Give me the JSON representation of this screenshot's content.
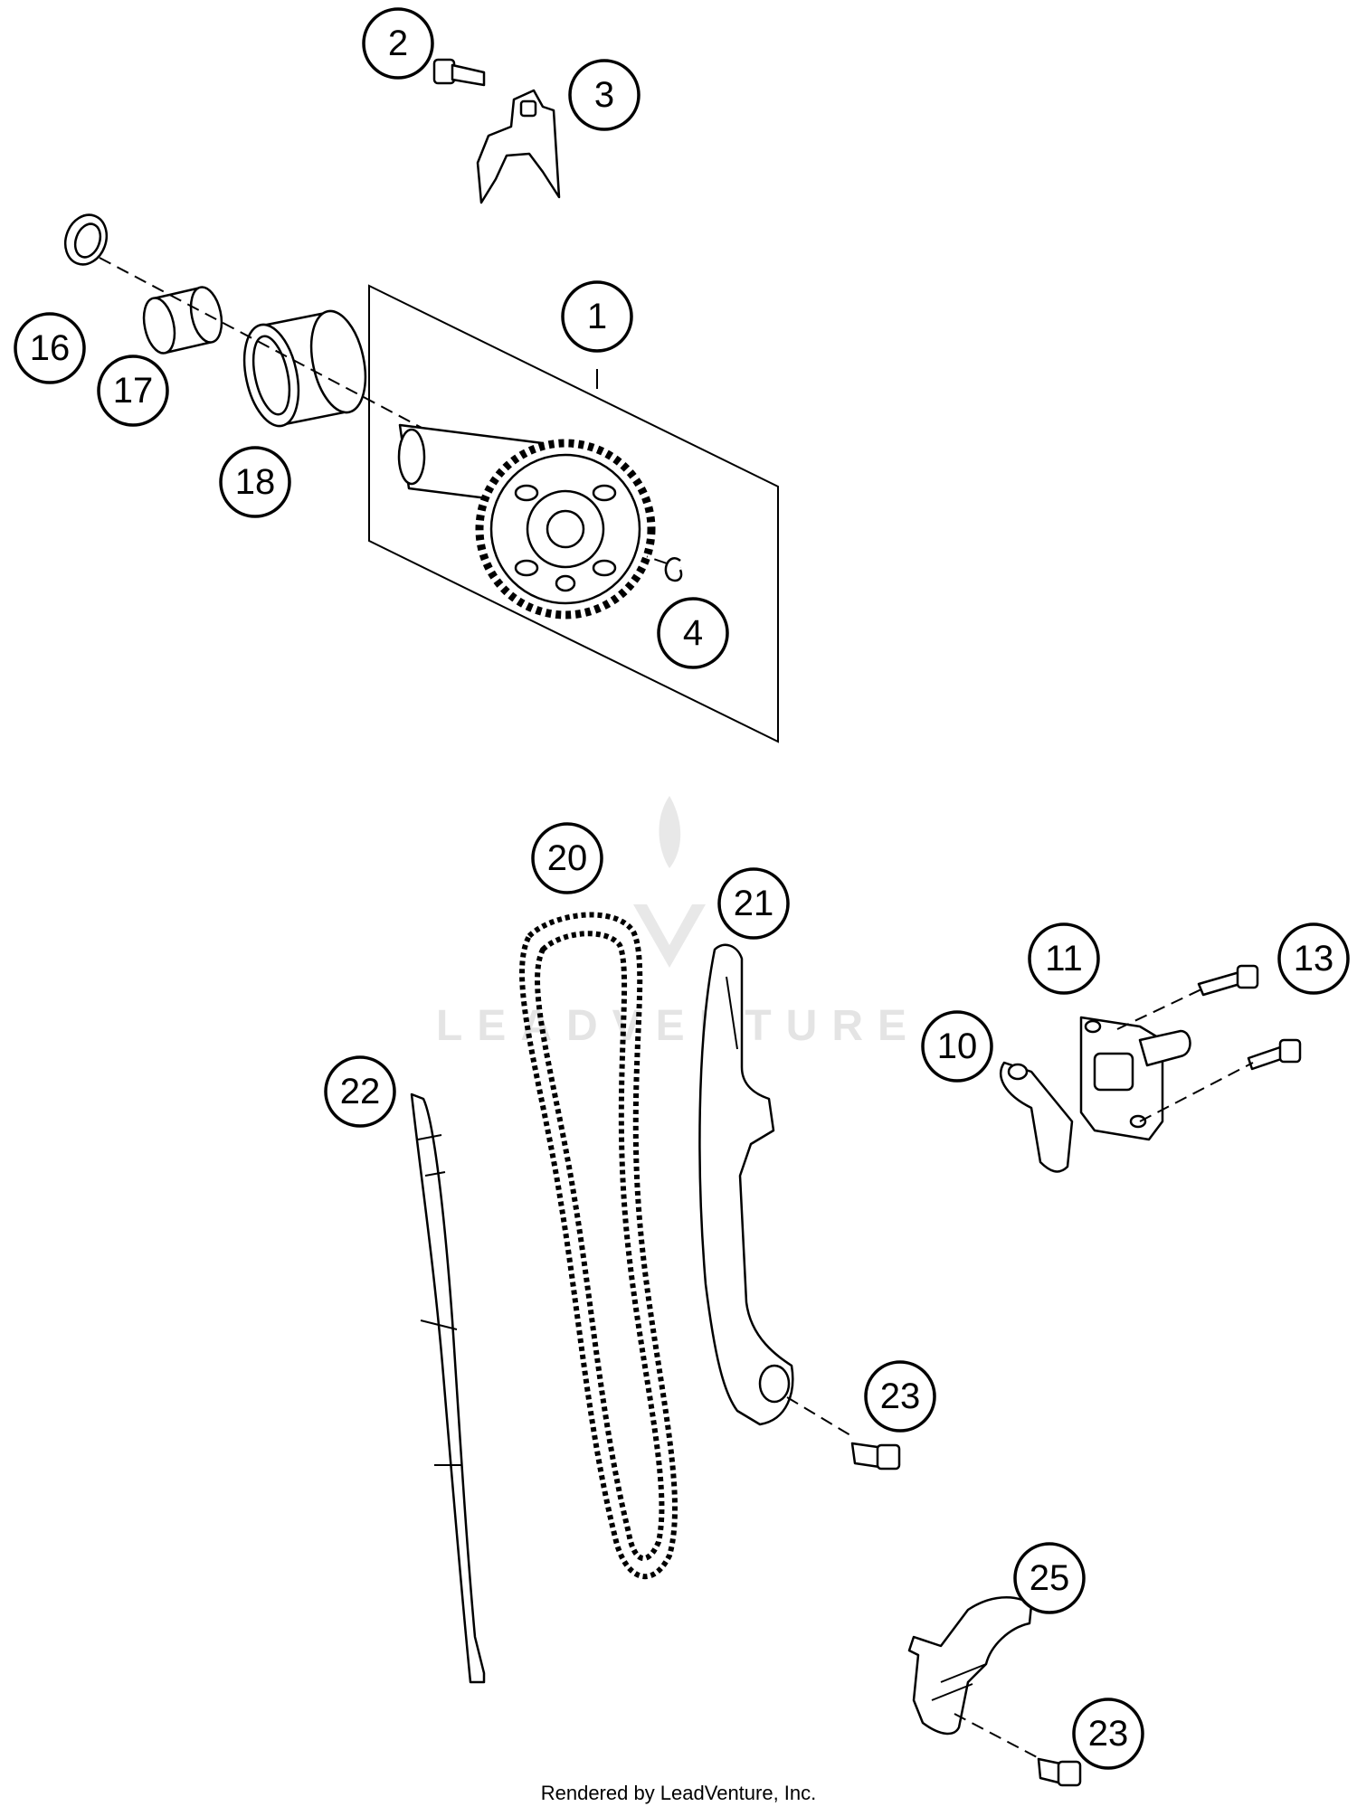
{
  "watermark": {
    "text": "LEADVENTURE",
    "color": "#e4e4e4"
  },
  "credit": "Rendered by LeadVenture, Inc.",
  "callouts": [
    {
      "id": "c1",
      "label": "1"
    },
    {
      "id": "c2",
      "label": "2"
    },
    {
      "id": "c3",
      "label": "3"
    },
    {
      "id": "c4",
      "label": "4"
    },
    {
      "id": "c10",
      "label": "10"
    },
    {
      "id": "c11",
      "label": "11"
    },
    {
      "id": "c13",
      "label": "13"
    },
    {
      "id": "c16",
      "label": "16"
    },
    {
      "id": "c17",
      "label": "17"
    },
    {
      "id": "c18",
      "label": "18"
    },
    {
      "id": "c20",
      "label": "20"
    },
    {
      "id": "c21",
      "label": "21"
    },
    {
      "id": "c22",
      "label": "22"
    },
    {
      "id": "c23a",
      "label": "23"
    },
    {
      "id": "c23b",
      "label": "23"
    },
    {
      "id": "c25",
      "label": "25"
    }
  ]
}
